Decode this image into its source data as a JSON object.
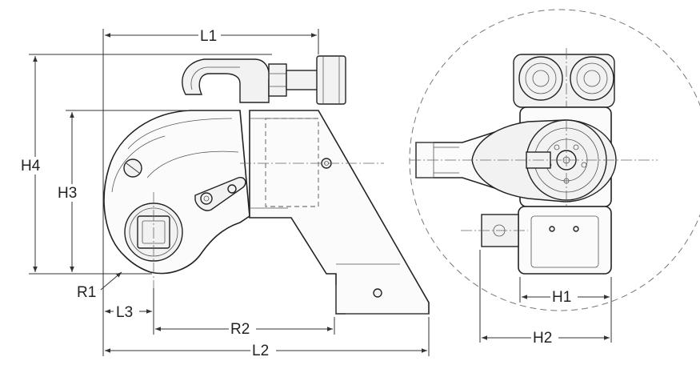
{
  "labels": {
    "L1": "L1",
    "L2": "L2",
    "L3": "L3",
    "H1": "H1",
    "H2": "H2",
    "H3": "H3",
    "H4": "H4",
    "R1": "R1",
    "R2": "R2"
  }
}
